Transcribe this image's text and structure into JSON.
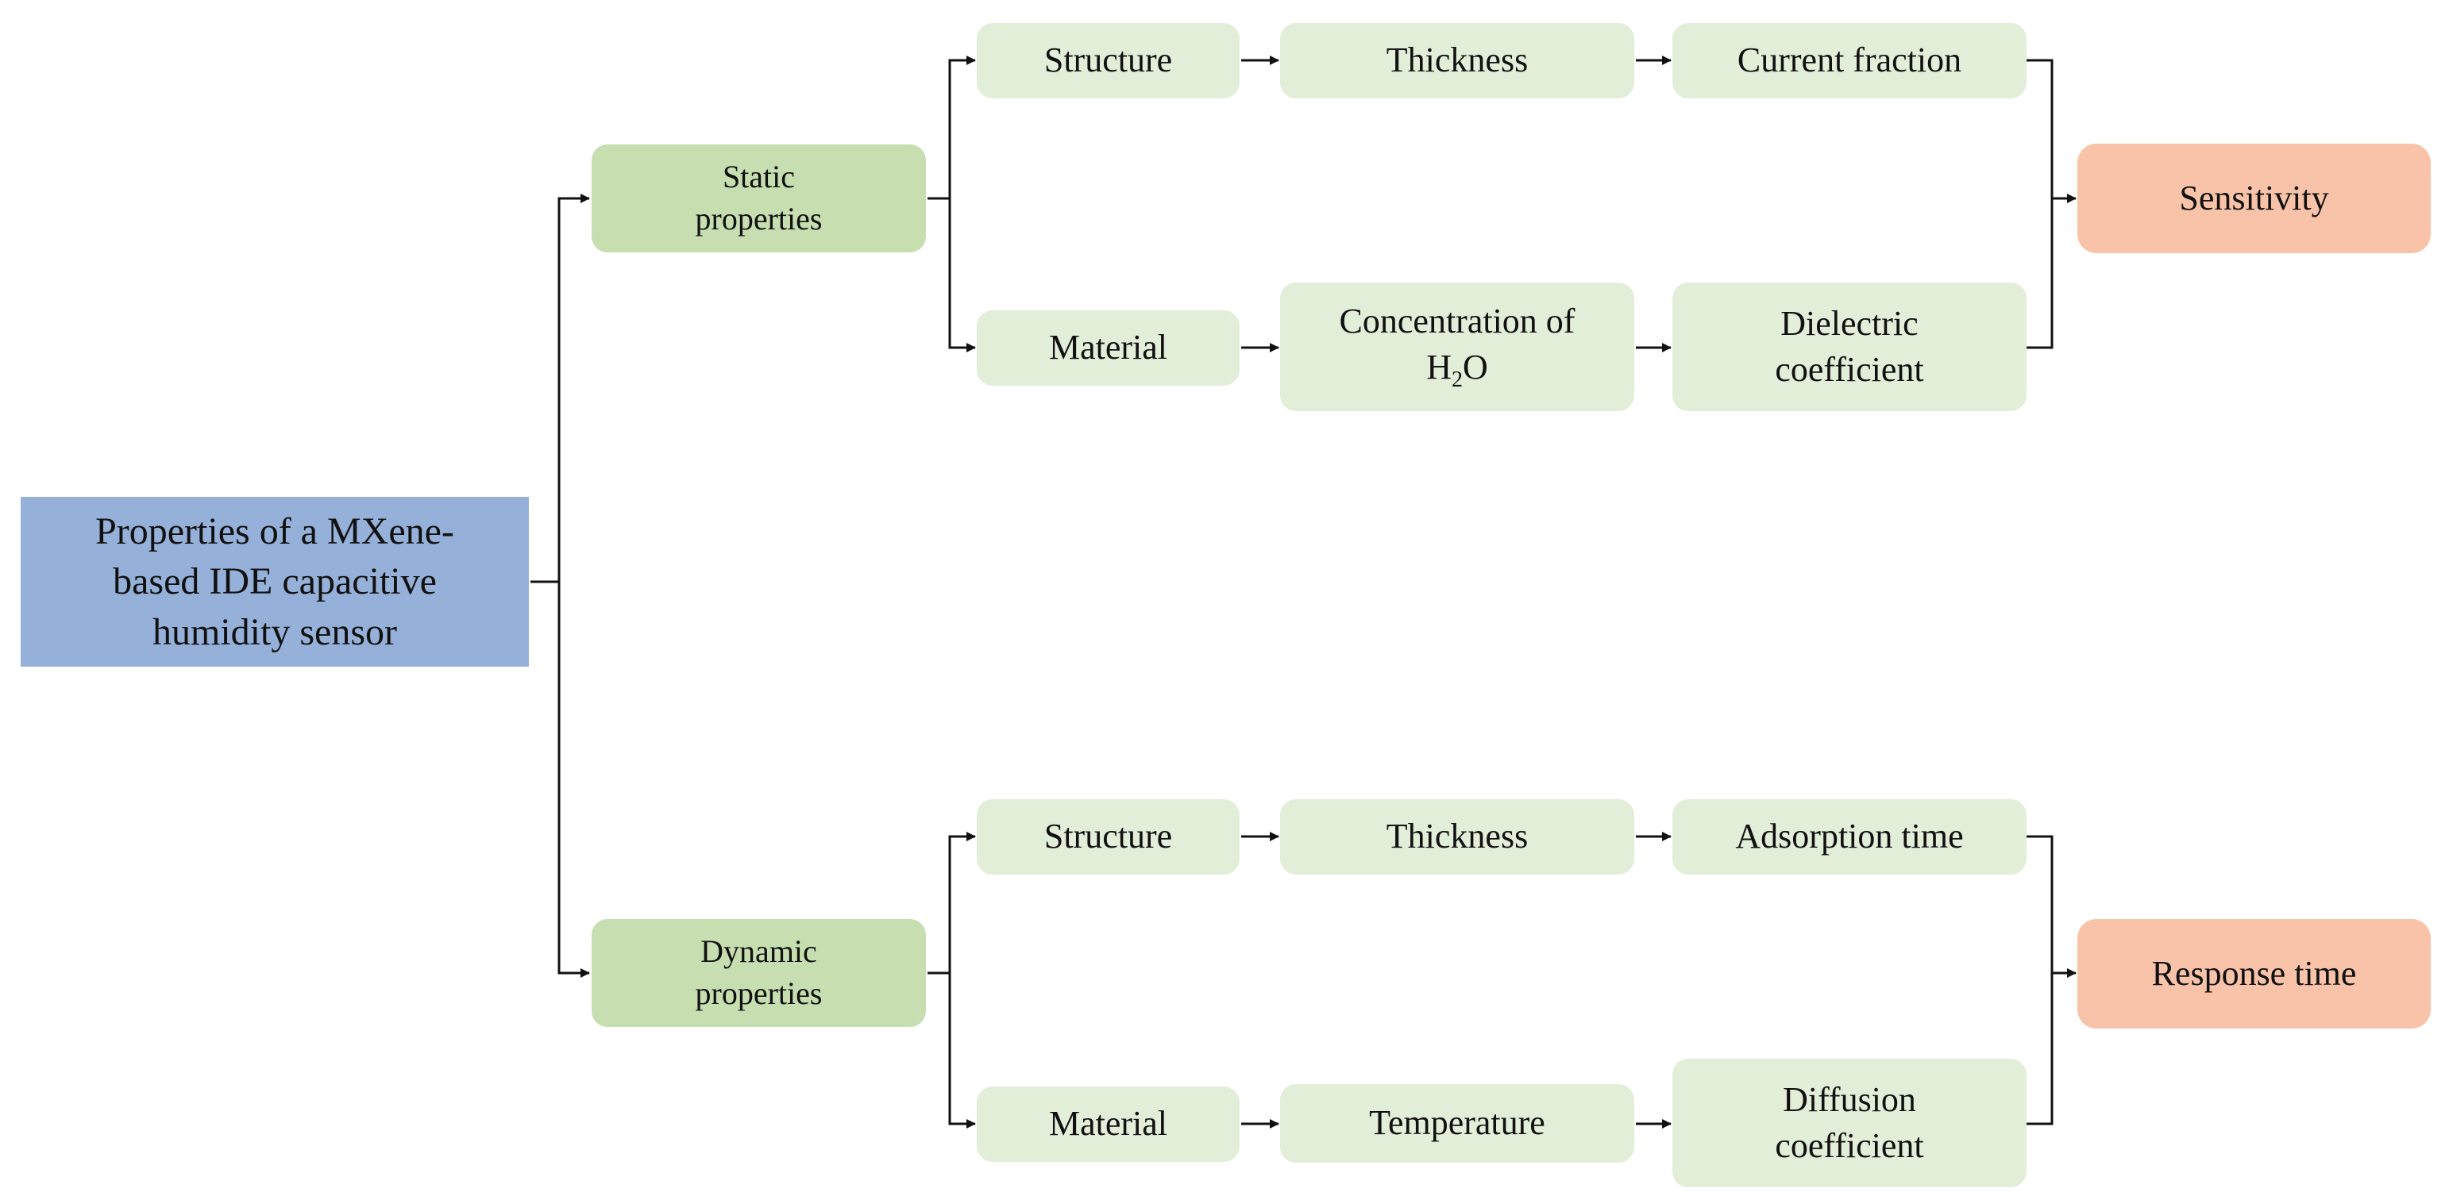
{
  "root": {
    "line1": "Properties of a MXene-",
    "line2": "based IDE capacitive",
    "line3": "humidity sensor"
  },
  "static": {
    "group": {
      "line1": "Static",
      "line2": "properties"
    },
    "structure": "Structure",
    "thickness": "Thickness",
    "current_fraction": "Current fraction",
    "material": "Material",
    "concentration": {
      "line1": "Concentration of",
      "line2_prefix": "H",
      "line2_sub": "2",
      "line2_suffix": "O"
    },
    "dielectric": {
      "line1": "Dielectric",
      "line2": "coefficient"
    },
    "result": "Sensitivity"
  },
  "dynamic": {
    "group": {
      "line1": "Dynamic",
      "line2": "properties"
    },
    "structure": "Structure",
    "thickness": "Thickness",
    "adsorption_time": "Adsorption time",
    "material": "Material",
    "temperature": "Temperature",
    "diffusion": {
      "line1": "Diffusion",
      "line2": "coefficient"
    },
    "result": "Response time"
  }
}
